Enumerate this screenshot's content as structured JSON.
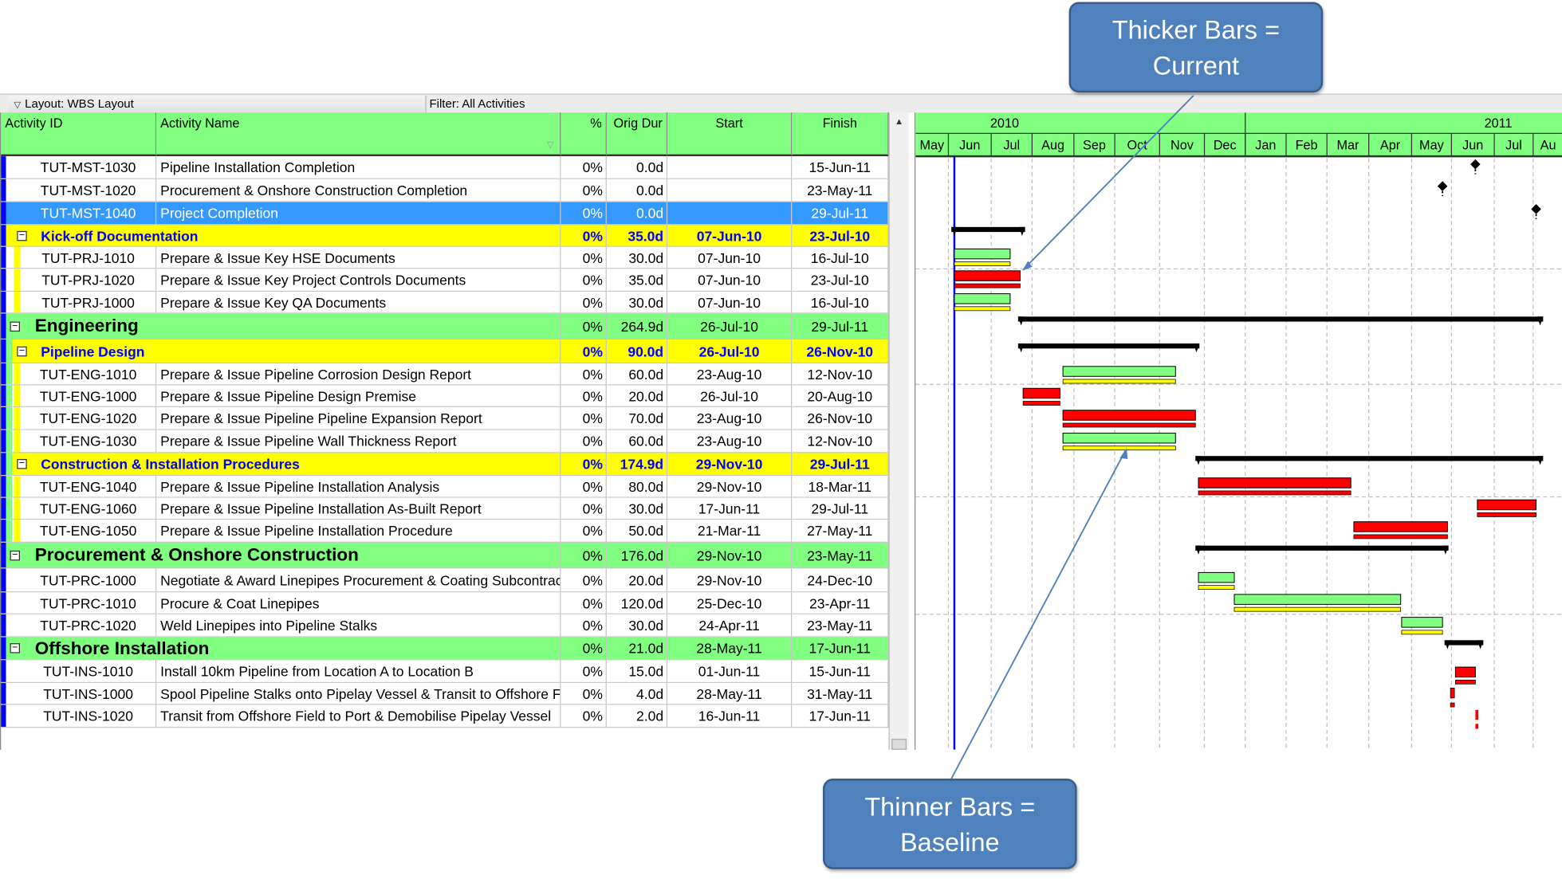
{
  "toolbar": {
    "layout_label": "Layout: WBS Layout",
    "filter_label": "Filter: All Activities"
  },
  "columns": {
    "activity_id": "Activity ID",
    "activity_name": "Activity Name",
    "pct": "%",
    "orig_dur": "Orig Dur",
    "start": "Start",
    "finish": "Finish"
  },
  "rows": [
    {
      "type": "act",
      "id": "TUT-MST-1030",
      "name": "Pipeline Installation Completion",
      "pct": "0%",
      "dur": "0.0d",
      "start": "",
      "finish": "15-Jun-11"
    },
    {
      "type": "act",
      "id": "TUT-MST-1020",
      "name": "Procurement & Onshore Construction Completion",
      "pct": "0%",
      "dur": "0.0d",
      "start": "",
      "finish": "23-May-11"
    },
    {
      "type": "sel",
      "id": "TUT-MST-1040",
      "name": "Project Completion",
      "pct": "0%",
      "dur": "0.0d",
      "start": "",
      "finish": "29-Jul-11"
    },
    {
      "type": "wbs2",
      "id": "",
      "name": "Kick-off Documentation",
      "pct": "0%",
      "dur": "35.0d",
      "start": "07-Jun-10",
      "finish": "23-Jul-10"
    },
    {
      "type": "act",
      "id": "TUT-PRJ-1010",
      "name": "Prepare & Issue Key HSE Documents",
      "pct": "0%",
      "dur": "30.0d",
      "start": "07-Jun-10",
      "finish": "16-Jul-10"
    },
    {
      "type": "act",
      "id": "TUT-PRJ-1020",
      "name": "Prepare & Issue Key Project Controls Documents",
      "pct": "0%",
      "dur": "35.0d",
      "start": "07-Jun-10",
      "finish": "23-Jul-10"
    },
    {
      "type": "act",
      "id": "TUT-PRJ-1000",
      "name": "Prepare & Issue Key QA Documents",
      "pct": "0%",
      "dur": "30.0d",
      "start": "07-Jun-10",
      "finish": "16-Jul-10"
    },
    {
      "type": "wbs1",
      "id": "",
      "name": "Engineering",
      "pct": "0%",
      "dur": "264.9d",
      "start": "26-Jul-10",
      "finish": "29-Jul-11"
    },
    {
      "type": "wbs2",
      "id": "",
      "name": "Pipeline Design",
      "pct": "0%",
      "dur": "90.0d",
      "start": "26-Jul-10",
      "finish": "26-Nov-10"
    },
    {
      "type": "act",
      "id": "TUT-ENG-1010",
      "name": "Prepare & Issue Pipeline Corrosion Design Report",
      "pct": "0%",
      "dur": "60.0d",
      "start": "23-Aug-10",
      "finish": "12-Nov-10"
    },
    {
      "type": "act",
      "id": "TUT-ENG-1000",
      "name": "Prepare & Issue Pipeline Design Premise",
      "pct": "0%",
      "dur": "20.0d",
      "start": "26-Jul-10",
      "finish": "20-Aug-10"
    },
    {
      "type": "act",
      "id": "TUT-ENG-1020",
      "name": "Prepare & Issue Pipeline Pipeline Expansion Report",
      "pct": "0%",
      "dur": "70.0d",
      "start": "23-Aug-10",
      "finish": "26-Nov-10"
    },
    {
      "type": "act",
      "id": "TUT-ENG-1030",
      "name": "Prepare & Issue Pipeline Wall Thickness Report",
      "pct": "0%",
      "dur": "60.0d",
      "start": "23-Aug-10",
      "finish": "12-Nov-10"
    },
    {
      "type": "wbs2",
      "id": "",
      "name": "Construction & Installation Procedures",
      "pct": "0%",
      "dur": "174.9d",
      "start": "29-Nov-10",
      "finish": "29-Jul-11"
    },
    {
      "type": "act",
      "id": "TUT-ENG-1040",
      "name": "Prepare & Issue Pipeline Installation Analysis",
      "pct": "0%",
      "dur": "80.0d",
      "start": "29-Nov-10",
      "finish": "18-Mar-11"
    },
    {
      "type": "act",
      "id": "TUT-ENG-1060",
      "name": "Prepare & Issue Pipeline Installation As-Built Report",
      "pct": "0%",
      "dur": "30.0d",
      "start": "17-Jun-11",
      "finish": "29-Jul-11"
    },
    {
      "type": "act",
      "id": "TUT-ENG-1050",
      "name": "Prepare & Issue Pipeline Installation Procedure",
      "pct": "0%",
      "dur": "50.0d",
      "start": "21-Mar-11",
      "finish": "27-May-11"
    },
    {
      "type": "wbs1",
      "id": "",
      "name": "Procurement & Onshore Construction",
      "pct": "0%",
      "dur": "176.0d",
      "start": "29-Nov-10",
      "finish": "23-May-11"
    },
    {
      "type": "act",
      "id": "TUT-PRC-1000",
      "name": "Negotiate & Award Linepipes Procurement & Coating Subcontract",
      "pct": "0%",
      "dur": "20.0d",
      "start": "29-Nov-10",
      "finish": "24-Dec-10"
    },
    {
      "type": "act",
      "id": "TUT-PRC-1010",
      "name": "Procure & Coat Linepipes",
      "pct": "0%",
      "dur": "120.0d",
      "start": "25-Dec-10",
      "finish": "23-Apr-11"
    },
    {
      "type": "act",
      "id": "TUT-PRC-1020",
      "name": "Weld Linepipes into Pipeline Stalks",
      "pct": "0%",
      "dur": "30.0d",
      "start": "24-Apr-11",
      "finish": "23-May-11"
    },
    {
      "type": "wbs1",
      "id": "",
      "name": "Offshore Installation",
      "pct": "0%",
      "dur": "21.0d",
      "start": "28-May-11",
      "finish": "17-Jun-11"
    },
    {
      "type": "act",
      "id": "TUT-INS-1010",
      "name": "Install 10km Pipeline from Location A to Location B",
      "pct": "0%",
      "dur": "15.0d",
      "start": "01-Jun-11",
      "finish": "15-Jun-11"
    },
    {
      "type": "act",
      "id": "TUT-INS-1000",
      "name": "Spool Pipeline Stalks onto Pipelay Vessel & Transit to Offshore Field",
      "pct": "0%",
      "dur": "4.0d",
      "start": "28-May-11",
      "finish": "31-May-11"
    },
    {
      "type": "act",
      "id": "TUT-INS-1020",
      "name": "Transit from Offshore Field to Port & Demobilise Pipelay Vessel",
      "pct": "0%",
      "dur": "2.0d",
      "start": "16-Jun-11",
      "finish": "17-Jun-11"
    }
  ],
  "timescale": {
    "years": [
      "2010",
      "2011"
    ],
    "months": [
      "May",
      "Jun",
      "Jul",
      "Aug",
      "Sep",
      "Oct",
      "Nov",
      "Dec",
      "Jan",
      "Feb",
      "Mar",
      "Apr",
      "May",
      "Jun",
      "Jul",
      "Au"
    ]
  },
  "colors": {
    "header_green": "#80ff80",
    "wbs_yellow": "#ffff00",
    "wbs_text_blue": "#0000ff",
    "selected_blue": "#3399ff",
    "critical_red": "#ff0000",
    "baseline_yellow": "#ffff00",
    "data_date_blue": "#0000ff",
    "callout_blue": "#4f81bd"
  },
  "callouts": {
    "top_line1": "Thicker Bars =",
    "top_line2": "Current",
    "bottom_line1": "Thinner Bars =",
    "bottom_line2": "Baseline"
  }
}
